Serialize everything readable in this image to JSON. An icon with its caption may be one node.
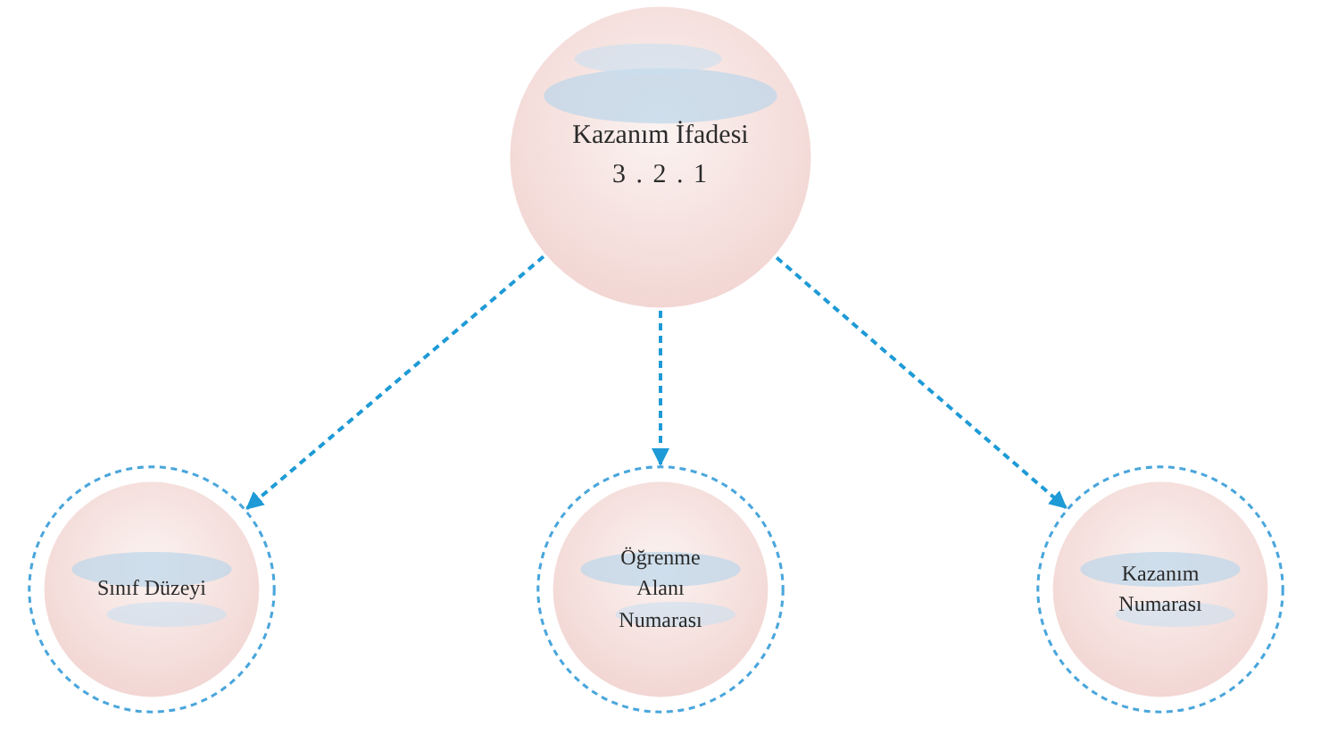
{
  "diagram": {
    "nodes": [
      {
        "text": [
          "Kazanım İfadesi",
          "3 . 2 . 1"
        ]
      },
      {
        "text": [
          "Sınıf Düzeyi"
        ]
      },
      {
        "text": [
          "Öğrenme Alanı Numarası"
        ]
      },
      {
        "text": [
          "Kazanım Numarası"
        ]
      }
    ],
    "edges": [
      {
        "from": 0,
        "to": 1,
        "arrow": "to",
        "style": "dashed"
      },
      {
        "from": 0,
        "to": 2,
        "arrow": "to",
        "style": "dashed"
      },
      {
        "from": 0,
        "to": 3,
        "arrow": "to",
        "style": "dashed"
      }
    ]
  }
}
